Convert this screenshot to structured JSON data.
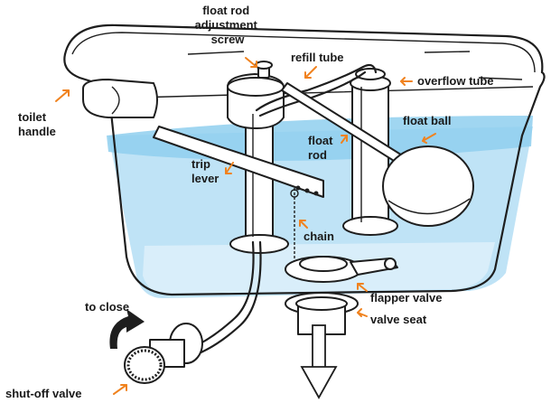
{
  "labels": {
    "float_rod_adjustment_screw": [
      "float rod",
      "adjustment",
      "screw"
    ],
    "refill_tube": "refill tube",
    "overflow_tube": "overflow tube",
    "toilet_handle": [
      "toilet",
      "handle"
    ],
    "float_ball": "float ball",
    "float_rod": [
      "float",
      "rod"
    ],
    "trip_lever": [
      "trip",
      "lever"
    ],
    "chain": "chain",
    "flapper_valve": "flapper valve",
    "valve_seat": "valve seat",
    "to_close": "to close",
    "shut_off_valve": "shut-off valve"
  },
  "colors": {
    "water": "#bfe3f6",
    "water_surface": "#8fcfee",
    "arrow": "#f0821e",
    "outline": "#1e1e1e"
  }
}
